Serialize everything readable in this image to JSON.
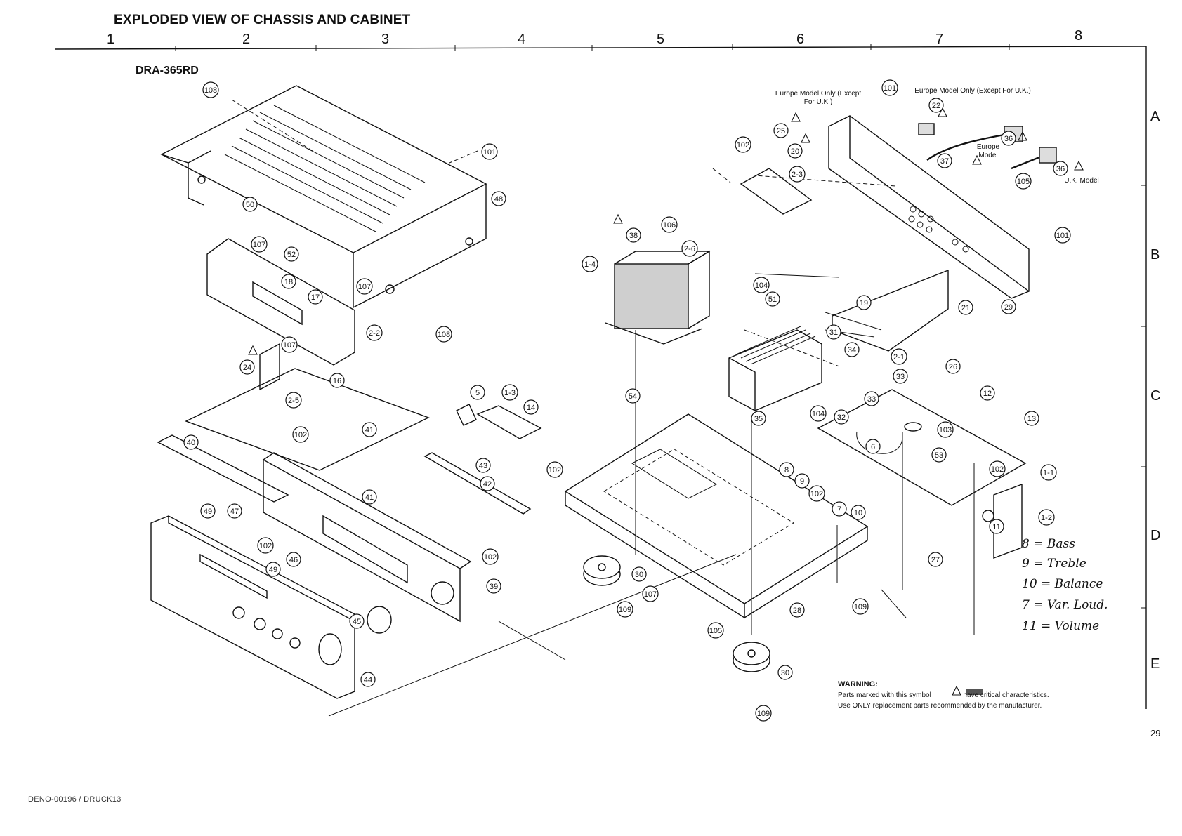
{
  "title": "EXPLODED VIEW OF CHASSIS AND CABINET",
  "model": "DRA-365RD",
  "grid_columns": [
    "1",
    "2",
    "3",
    "4",
    "5",
    "6",
    "7",
    "8"
  ],
  "grid_rows": [
    "A",
    "B",
    "C",
    "D",
    "E"
  ],
  "page_number": "29",
  "footer_code": "DENO-00196 / DRUCK13",
  "notes": {
    "europe_except_uk_left": "Europe Model Only (Except For U.K.)",
    "europe_except_uk_right": "Europe Model Only (Except For U.K.)",
    "europe_model": "Europe Model",
    "uk_model": "U.K. Model"
  },
  "warning": {
    "title": "WARNING:",
    "line1_before": "Parts marked with this symbol",
    "line1_after": "have critical characteristics.",
    "line2": "Use ONLY replacement parts recommended by the manufacturer."
  },
  "legend": [
    {
      "label": "8 = Bass"
    },
    {
      "label": "9 = Treble"
    },
    {
      "label": "10 = Balance"
    },
    {
      "label": "7 = Var. Loud."
    },
    {
      "label": "11 = Volume"
    }
  ],
  "callouts": [
    "108",
    "101",
    "48",
    "50",
    "107",
    "52",
    "18",
    "17",
    "107",
    "108",
    "2-2",
    "16",
    "107",
    "24",
    "2-5",
    "40",
    "102",
    "41",
    "49",
    "47",
    "102",
    "46",
    "49",
    "45",
    "44",
    "39",
    "102",
    "41",
    "42",
    "43",
    "5",
    "1-3",
    "14",
    "54",
    "102",
    "38",
    "106",
    "2-6",
    "1-4",
    "30",
    "109",
    "107",
    "105",
    "30",
    "109",
    "28",
    "25",
    "20",
    "2-3",
    "102",
    "104",
    "51",
    "31",
    "34",
    "33",
    "35",
    "104",
    "32",
    "33",
    "6",
    "103",
    "26",
    "8",
    "9",
    "102",
    "7",
    "10",
    "53",
    "12",
    "13",
    "1-1",
    "102",
    "11",
    "1-2",
    "27",
    "109",
    "101",
    "22",
    "36",
    "37",
    "36",
    "105",
    "101",
    "19",
    "21",
    "29",
    "2-1"
  ]
}
